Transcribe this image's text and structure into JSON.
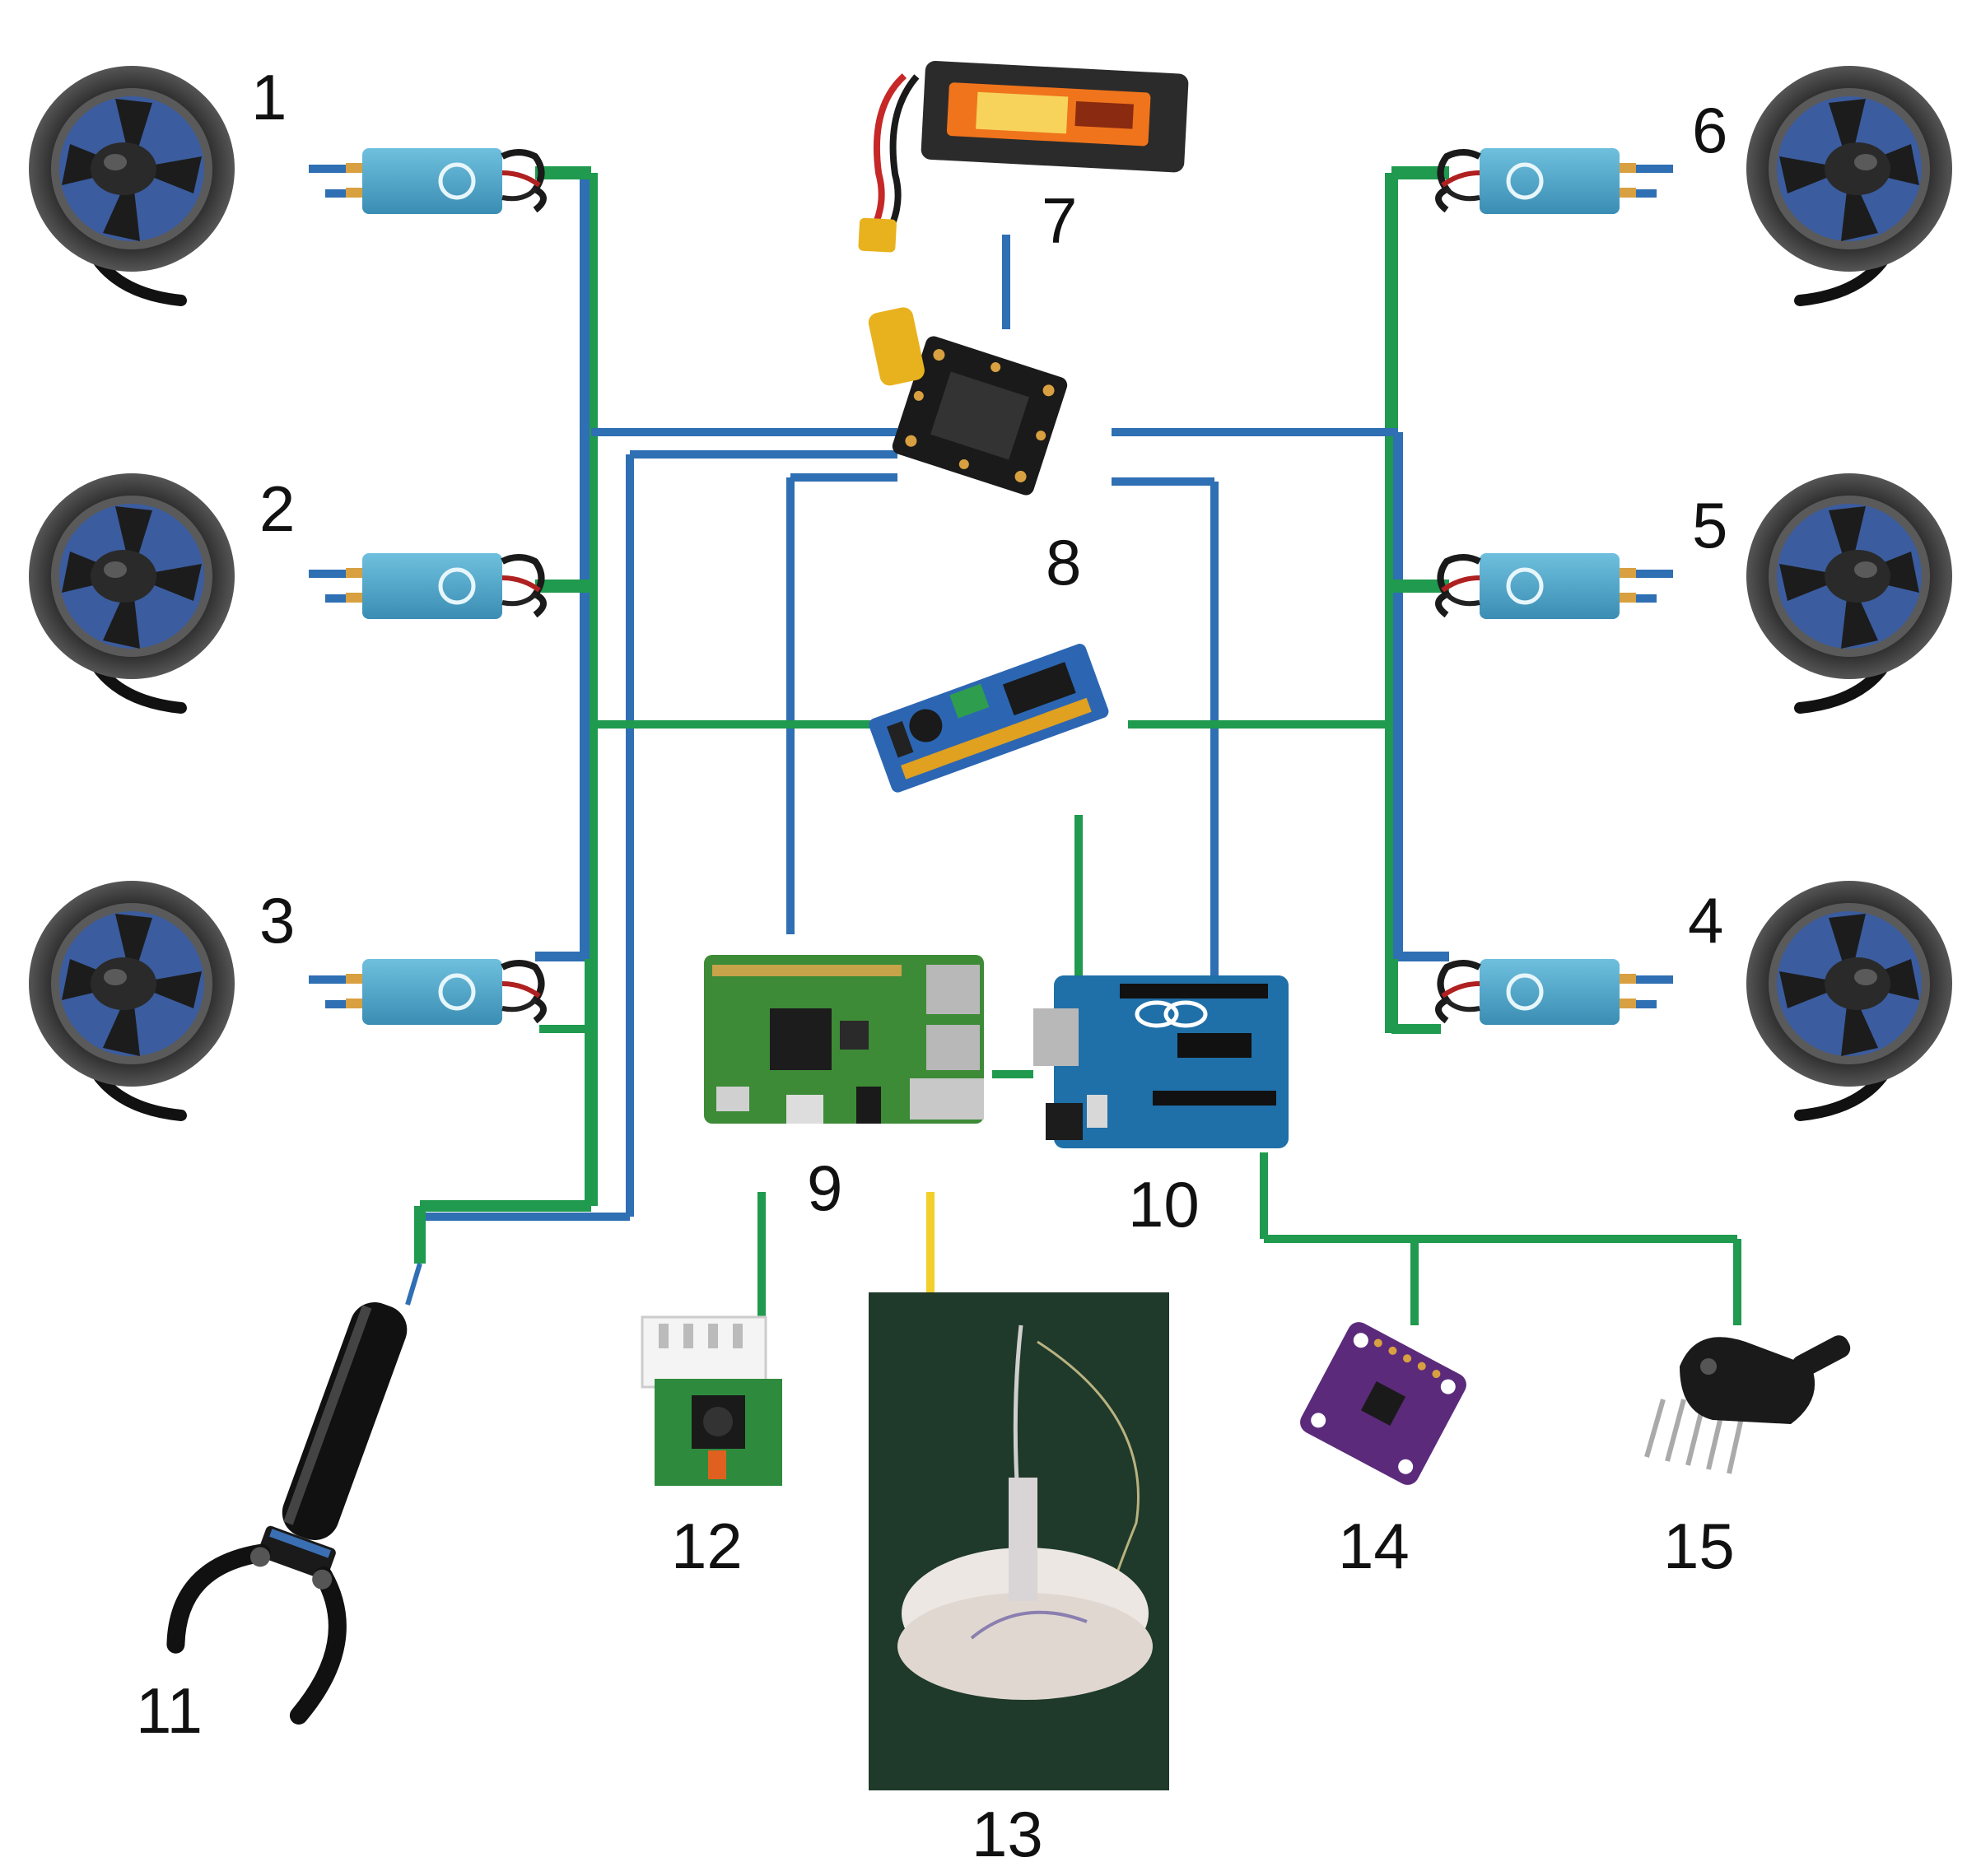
{
  "colors": {
    "power_line": "#1f9a4e",
    "signal_line": "#2f6fb3",
    "video_line": "#f2cf2a",
    "thruster_body": "#2a2a2a",
    "esc_body": "#4ba3c7",
    "rpi_board": "#3d8b37",
    "arduino_board": "#1f6fa8",
    "pwm_board": "#2c66b3",
    "battery_body": "#2b2b2b",
    "battery_label": "#f0741c"
  },
  "labels": {
    "thruster_1": "1",
    "thruster_2": "2",
    "thruster_3": "3",
    "thruster_4": "4",
    "thruster_5": "5",
    "thruster_6": "6",
    "battery": "7",
    "power_board": "8",
    "raspberry_pi": "9",
    "arduino": "10",
    "gripper": "11",
    "camera": "12",
    "light": "13",
    "imu": "14",
    "pressure_sensor": "15"
  },
  "icons": {
    "thruster": "ducted-thruster-icon",
    "esc": "esc-module-icon",
    "battery": "lipo-battery-icon",
    "power_board": "power-distribution-board-icon",
    "pwm_board": "pwm-driver-board-icon",
    "raspberry_pi": "raspberry-pi-board-icon",
    "arduino": "arduino-board-icon",
    "gripper": "gripper-arm-icon",
    "camera": "camera-module-icon",
    "light": "underwater-light-photo-icon",
    "imu": "imu-sensor-icon",
    "pressure_sensor": "pressure-sensor-icon"
  }
}
